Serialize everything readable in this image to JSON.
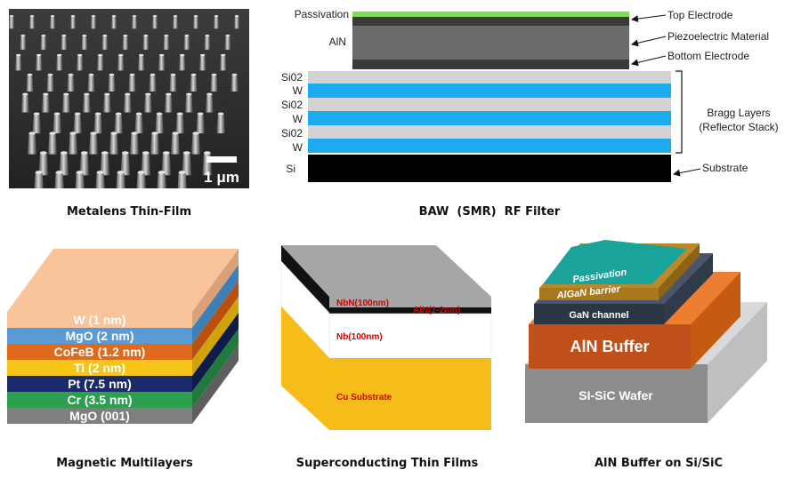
{
  "panels": {
    "metalens": {
      "caption": "Metalens Thin-Film",
      "scale_bar": "1 μm"
    },
    "baw": {
      "caption": "BAW  (SMR)  RF Filter",
      "left_labels": {
        "passivation": "Passivation",
        "aln": "AlN",
        "bragg": [
          "Si02",
          "W",
          "Si02",
          "W",
          "Si02",
          "W"
        ],
        "si": "Si"
      },
      "right_labels": {
        "top_electrode": "Top Electrode",
        "piezo": "Piezoelectric Material",
        "bottom_electrode": "Bottom Electrode",
        "bragg_line1": "Bragg Layers",
        "bragg_line2": "(Reflector Stack)",
        "substrate": "Substrate"
      }
    },
    "magnetic": {
      "caption": "Magnetic Multilayers",
      "layers": [
        "W (1 nm)",
        "MgO (2 nm)",
        "CoFeB (1.2 nm)",
        "Ti (2 nm)",
        "Pt (7.5 nm)",
        "Cr (3.5 nm)",
        "MgO (001)"
      ]
    },
    "superconducting": {
      "caption": "Superconducting Thin Films",
      "labels": {
        "nbn": "NbN(100nm)",
        "aln": "AlN(1-2nm)",
        "nb": "Nb(100nm)",
        "cu": "Cu Substrate"
      }
    },
    "aln_buffer": {
      "caption": "AlN Buffer on Si/SiC",
      "labels": {
        "passivation": "Passivation",
        "algan": "AlGaN barrier",
        "gan": "GaN channel",
        "aln": "AlN Buffer",
        "wafer": "SI-SiC Wafer"
      }
    }
  },
  "colors": {
    "baw_passivation": "#7ed957",
    "baw_electrode": "#3a3a3a",
    "baw_piezo": "#6b6b6b",
    "baw_sio2": "#d3d3d3",
    "baw_w": "#1eaaf1",
    "baw_si": "#000000",
    "mag_w": "#f9c49a",
    "mag_mgo": "#5b9bd5",
    "mag_cofeb": "#e06a1b",
    "mag_ti": "#f5c518",
    "mag_pt": "#1b2a6b",
    "mag_cr": "#2e9e4f",
    "mag_mgo001": "#7f7f7f",
    "sc_nbn": "#a6a6a6",
    "sc_cu": "#f6bd1a",
    "label_red": "#d40000"
  }
}
